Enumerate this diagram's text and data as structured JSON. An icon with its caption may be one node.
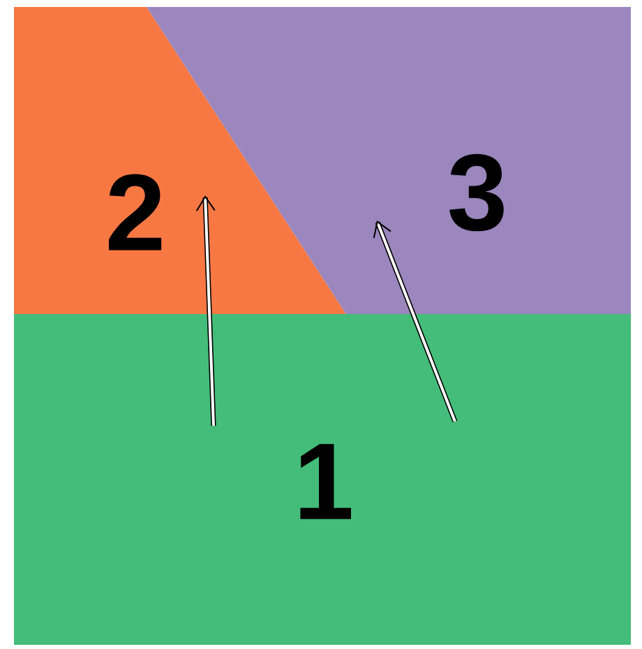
{
  "diagram": {
    "nodes": [
      {
        "text": [
          "1"
        ]
      },
      {
        "text": [
          "2"
        ]
      },
      {
        "text": [
          "3"
        ]
      }
    ],
    "edges": [
      {
        "from": 0,
        "to": 1,
        "arrow": "to"
      },
      {
        "from": 0,
        "to": 2,
        "arrow": "to"
      }
    ]
  }
}
